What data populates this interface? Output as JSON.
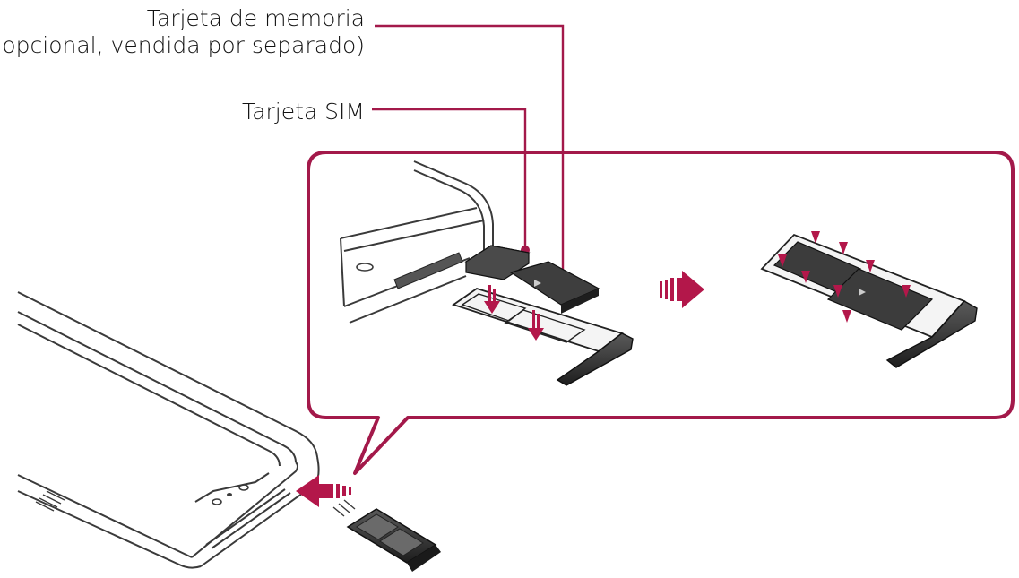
{
  "labels": {
    "memory_card_line1": "Tarjeta de memoria",
    "memory_card_line2": "(opcional, vendida por separado)",
    "sim_card": "Tarjeta SIM"
  },
  "colors": {
    "callout": "#a3194a",
    "arrow": "#b3174a",
    "line": "#3a3a3a",
    "tray": "#2b2b2b",
    "card": "#4a4a4a"
  },
  "icons": {
    "insert_arrow": "arrow-right-striped-icon",
    "result_arrow": "arrow-right-striped-icon",
    "push_arrow": "arrow-down-icon"
  }
}
